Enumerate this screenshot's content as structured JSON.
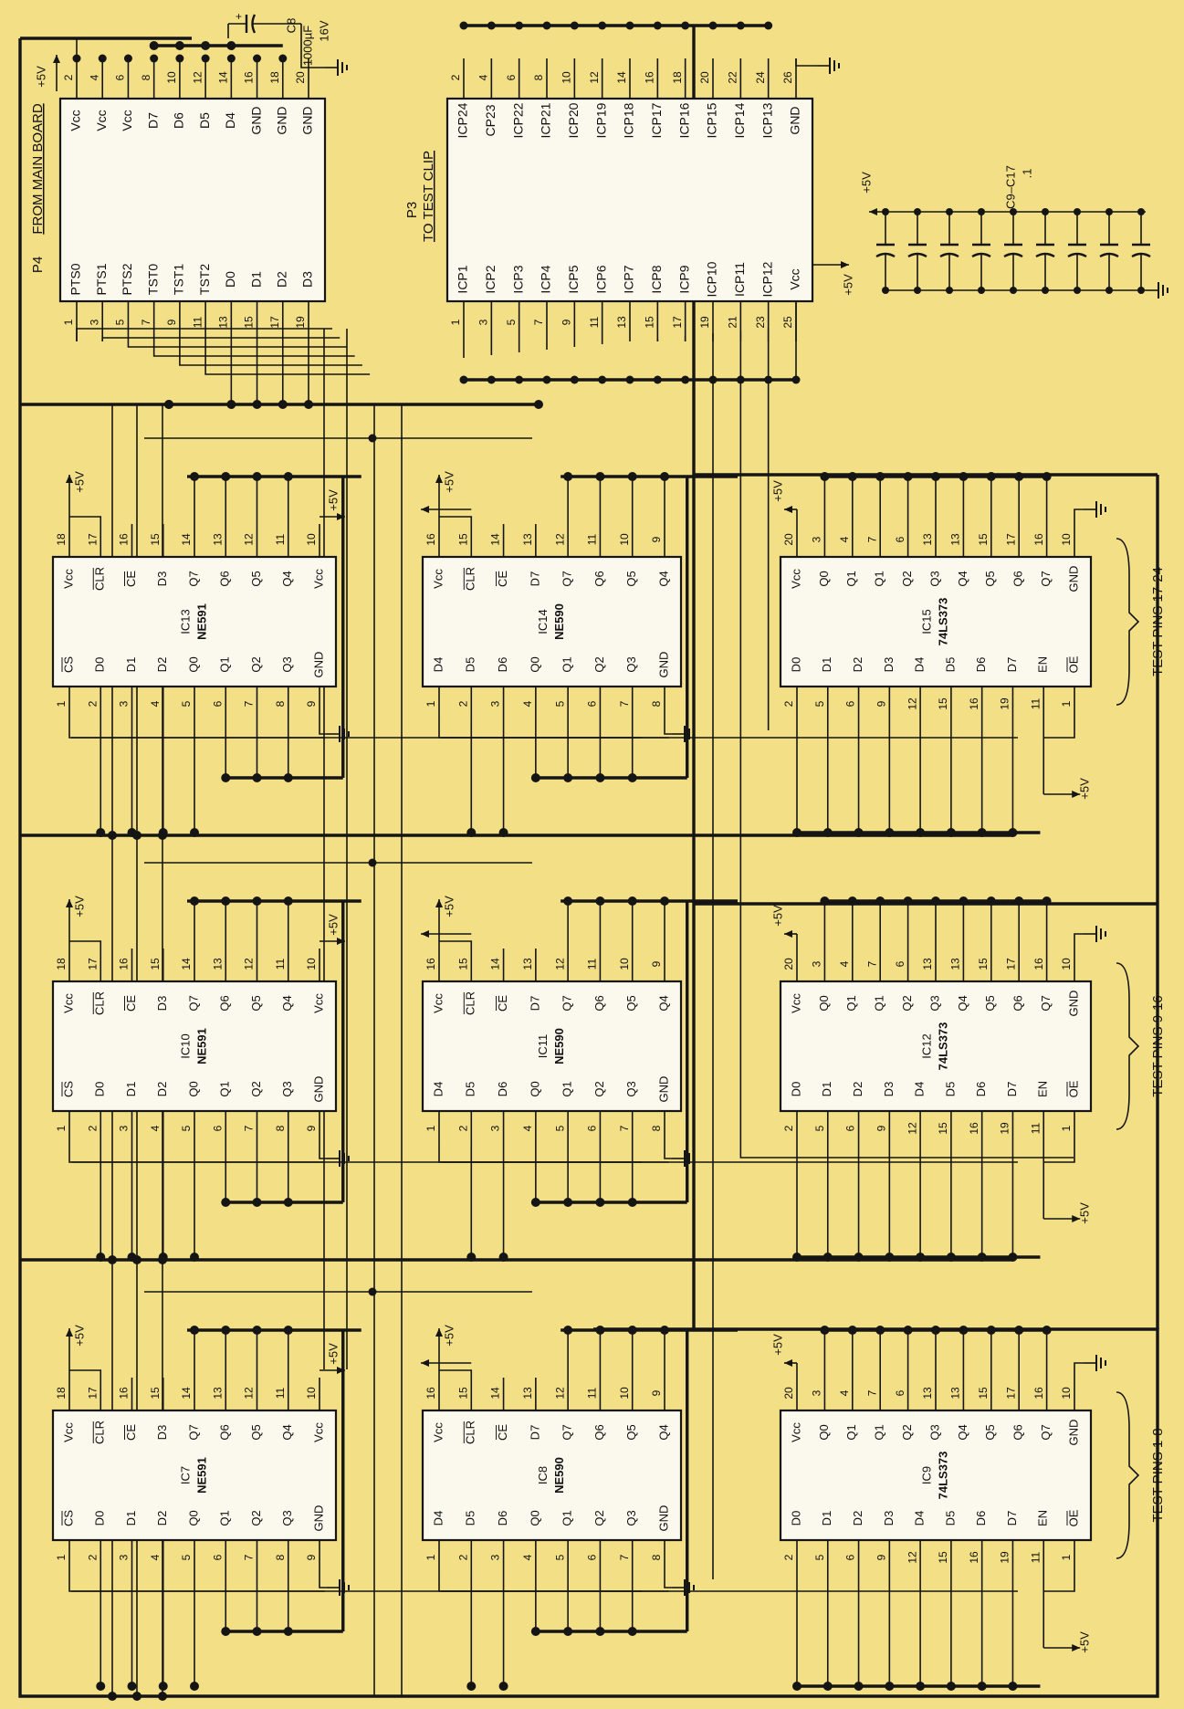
{
  "colors": {
    "paper": "#f3df86",
    "ink": "#151515",
    "chip_fill": "#fbf8ee"
  },
  "connectors": [
    {
      "id": "P4",
      "title": "P4",
      "subtitle": "FROM MAIN BOARD",
      "top_pins": [
        {
          "num": "2",
          "label": "Vcc"
        },
        {
          "num": "4",
          "label": "Vcc"
        },
        {
          "num": "6",
          "label": "Vcc"
        },
        {
          "num": "8",
          "label": "D7"
        },
        {
          "num": "10",
          "label": "D6"
        },
        {
          "num": "12",
          "label": "D5"
        },
        {
          "num": "14",
          "label": "D4"
        },
        {
          "num": "16",
          "label": "GND"
        },
        {
          "num": "18",
          "label": "GND"
        },
        {
          "num": "20",
          "label": "GND"
        }
      ],
      "bottom_pins": [
        {
          "num": "1",
          "label": "PTS0"
        },
        {
          "num": "3",
          "label": "PTS1"
        },
        {
          "num": "5",
          "label": "PTS2"
        },
        {
          "num": "7",
          "label": "TST0"
        },
        {
          "num": "9",
          "label": "TST1"
        },
        {
          "num": "11",
          "label": "TST2"
        },
        {
          "num": "13",
          "label": "D0"
        },
        {
          "num": "15",
          "label": "D1"
        },
        {
          "num": "17",
          "label": "D2"
        },
        {
          "num": "19",
          "label": "D3"
        }
      ]
    },
    {
      "id": "P3",
      "title": "P3",
      "subtitle": "TO TEST CLIP",
      "top_pins": [
        {
          "num": "2",
          "label": "ICP24"
        },
        {
          "num": "4",
          "label": "CP23"
        },
        {
          "num": "6",
          "label": "ICP22"
        },
        {
          "num": "8",
          "label": "ICP21"
        },
        {
          "num": "10",
          "label": "ICP20"
        },
        {
          "num": "12",
          "label": "ICP19"
        },
        {
          "num": "14",
          "label": "ICP18"
        },
        {
          "num": "16",
          "label": "ICP17"
        },
        {
          "num": "18",
          "label": "ICP16"
        },
        {
          "num": "20",
          "label": "ICP15"
        },
        {
          "num": "22",
          "label": "ICP14"
        },
        {
          "num": "24",
          "label": "ICP13"
        },
        {
          "num": "26",
          "label": "GND"
        }
      ],
      "bottom_pins": [
        {
          "num": "1",
          "label": "ICP1"
        },
        {
          "num": "3",
          "label": "ICP2"
        },
        {
          "num": "5",
          "label": "ICP3"
        },
        {
          "num": "7",
          "label": "ICP4"
        },
        {
          "num": "9",
          "label": "ICP5"
        },
        {
          "num": "11",
          "label": "ICP6"
        },
        {
          "num": "13",
          "label": "ICP7"
        },
        {
          "num": "15",
          "label": "ICP8"
        },
        {
          "num": "17",
          "label": "ICP9"
        },
        {
          "num": "19",
          "label": "ICP10"
        },
        {
          "num": "21",
          "label": "ICP11"
        },
        {
          "num": "23",
          "label": "ICP12"
        },
        {
          "num": "25",
          "label": "Vcc"
        }
      ]
    }
  ],
  "caps": {
    "c8_name": "C8",
    "c8_value": "1000µF",
    "c8_voltage": "16V",
    "c8_plus": "+",
    "bank_name": "C9–C17",
    "bank_value": ".1"
  },
  "supply_label": "+5V",
  "chip_types": {
    "NE591": {
      "top_pins": [
        {
          "num": "18",
          "label": "Vcc"
        },
        {
          "num": "17",
          "label": "CLR",
          "overline": true
        },
        {
          "num": "16",
          "label": "CE",
          "overline": true
        },
        {
          "num": "15",
          "label": "D3"
        },
        {
          "num": "14",
          "label": "Q7"
        },
        {
          "num": "13",
          "label": "Q6"
        },
        {
          "num": "12",
          "label": "Q5"
        },
        {
          "num": "11",
          "label": "Q4"
        },
        {
          "num": "10",
          "label": "Vcc"
        }
      ],
      "bottom_pins": [
        {
          "num": "1",
          "label": "CS",
          "overline": true
        },
        {
          "num": "2",
          "label": "D0"
        },
        {
          "num": "3",
          "label": "D1"
        },
        {
          "num": "4",
          "label": "D2"
        },
        {
          "num": "5",
          "label": "Q0"
        },
        {
          "num": "6",
          "label": "Q1"
        },
        {
          "num": "7",
          "label": "Q2"
        },
        {
          "num": "8",
          "label": "Q3"
        },
        {
          "num": "9",
          "label": "GND"
        }
      ]
    },
    "NE590": {
      "top_pins": [
        {
          "num": "16",
          "label": "Vcc"
        },
        {
          "num": "15",
          "label": "CLR",
          "overline": true
        },
        {
          "num": "14",
          "label": "CE",
          "overline": true
        },
        {
          "num": "13",
          "label": "D7"
        },
        {
          "num": "12",
          "label": "Q7"
        },
        {
          "num": "11",
          "label": "Q6"
        },
        {
          "num": "10",
          "label": "Q5"
        },
        {
          "num": "9",
          "label": "Q4"
        }
      ],
      "bottom_pins": [
        {
          "num": "1",
          "label": "D4"
        },
        {
          "num": "2",
          "label": "D5"
        },
        {
          "num": "3",
          "label": "D6"
        },
        {
          "num": "4",
          "label": "Q0"
        },
        {
          "num": "5",
          "label": "Q1"
        },
        {
          "num": "6",
          "label": "Q2"
        },
        {
          "num": "7",
          "label": "Q3"
        },
        {
          "num": "8",
          "label": "GND"
        }
      ]
    },
    "74LS373": {
      "top_pins": [
        {
          "num": "20",
          "label": "Vcc"
        },
        {
          "num": "3",
          "label": "Q0"
        },
        {
          "num": "4",
          "label": "Q1"
        },
        {
          "num": "7",
          "label": "Q1"
        },
        {
          "num": "6",
          "label": "Q2"
        },
        {
          "num": "13",
          "label": "Q3"
        },
        {
          "num": "13",
          "label": "Q4"
        },
        {
          "num": "15",
          "label": "Q5"
        },
        {
          "num": "17",
          "label": "Q6"
        },
        {
          "num": "16",
          "label": "Q7"
        },
        {
          "num": "10",
          "label": "GND"
        }
      ],
      "bottom_pins": [
        {
          "num": "2",
          "label": "D0"
        },
        {
          "num": "5",
          "label": "D1"
        },
        {
          "num": "6",
          "label": "D2"
        },
        {
          "num": "9",
          "label": "D3"
        },
        {
          "num": "12",
          "label": "D4"
        },
        {
          "num": "15",
          "label": "D5"
        },
        {
          "num": "16",
          "label": "D6"
        },
        {
          "num": "19",
          "label": "D7"
        },
        {
          "num": "11",
          "label": "EN"
        },
        {
          "num": "1",
          "label": "OE",
          "overline": true
        }
      ]
    }
  },
  "rows": [
    {
      "test_pins_label": "TEST PINS 17-24",
      "chips": [
        {
          "name": "IC13",
          "type": "NE591"
        },
        {
          "name": "IC14",
          "type": "NE590"
        },
        {
          "name": "IC15",
          "type": "74LS373"
        }
      ]
    },
    {
      "test_pins_label": "TEST PINS 9-16",
      "chips": [
        {
          "name": "IC10",
          "type": "NE591"
        },
        {
          "name": "IC11",
          "type": "NE590"
        },
        {
          "name": "IC12",
          "type": "74LS373"
        }
      ]
    },
    {
      "test_pins_label": "TEST PINS 1-8",
      "chips": [
        {
          "name": "IC7",
          "type": "NE591"
        },
        {
          "name": "IC8",
          "type": "NE590"
        },
        {
          "name": "IC9",
          "type": "74LS373"
        }
      ]
    }
  ]
}
